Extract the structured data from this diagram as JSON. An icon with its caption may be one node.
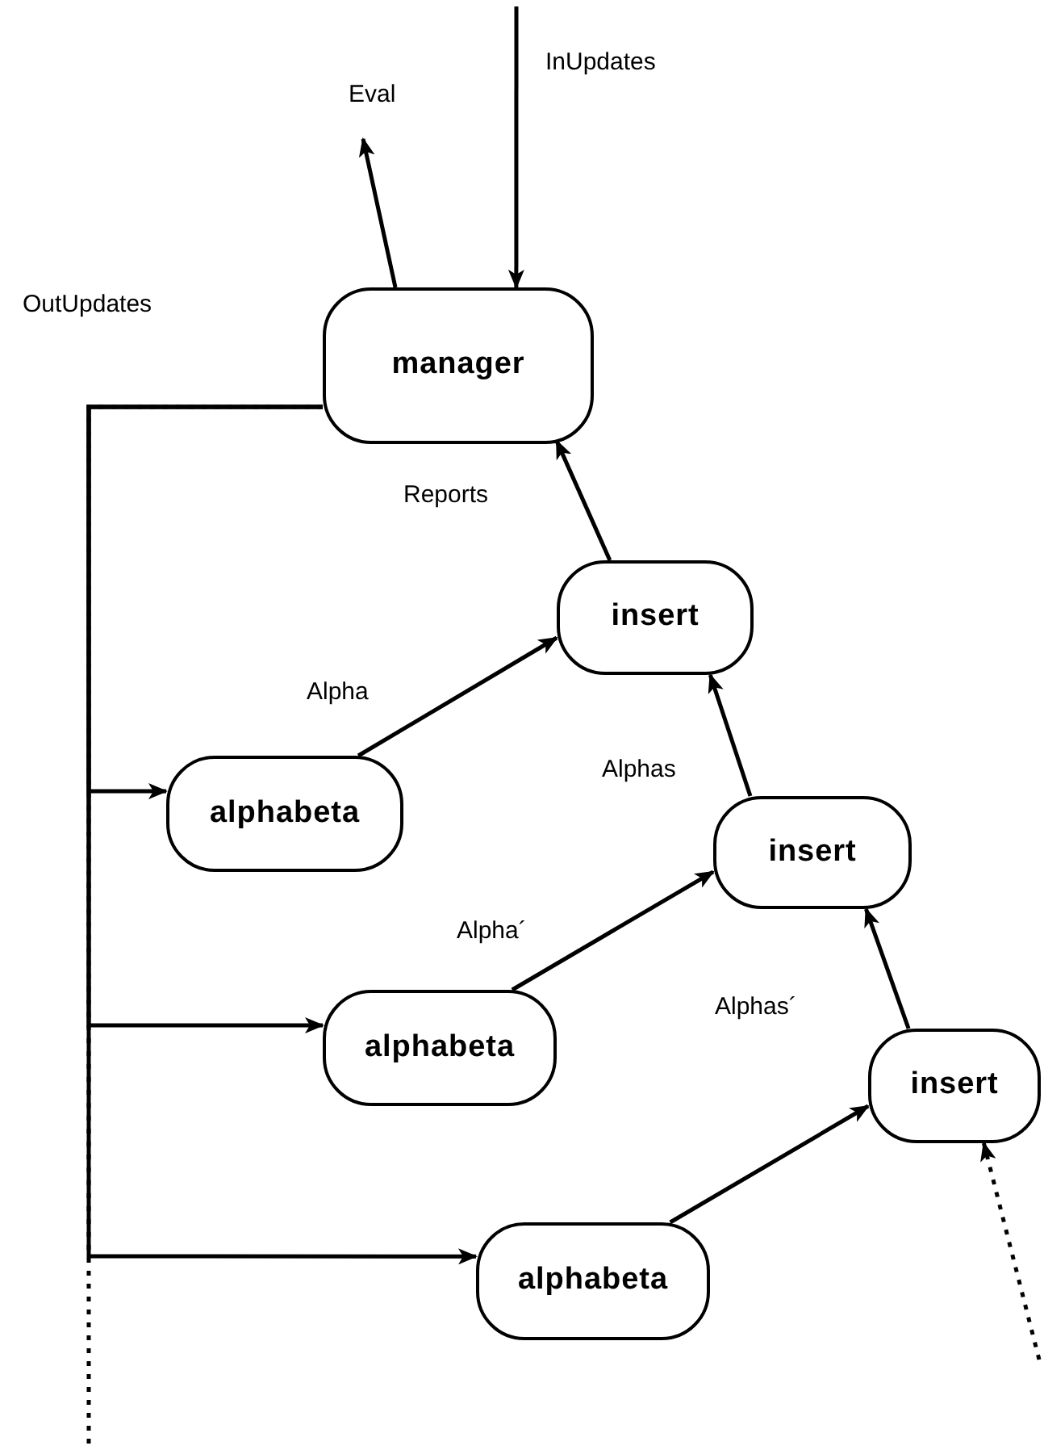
{
  "diagram": {
    "nodes": [
      {
        "text": [
          "manager"
        ]
      },
      {
        "text": [
          "insert"
        ]
      },
      {
        "text": [
          "alphabeta"
        ]
      },
      {
        "text": [
          "insert"
        ]
      },
      {
        "text": [
          "alphabeta"
        ]
      },
      {
        "text": [
          "insert"
        ]
      },
      {
        "text": [
          "alphabeta"
        ]
      }
    ],
    "edges": [
      {
        "from": 0,
        "to": null,
        "arrow": "to",
        "label": "Eval"
      },
      {
        "from": null,
        "to": 0,
        "arrow": "to",
        "label": "InUpdates"
      },
      {
        "from": 0,
        "to": 2,
        "arrow": "to",
        "label": "OutUpdates"
      },
      {
        "from": 0,
        "to": 4,
        "arrow": "to"
      },
      {
        "from": 0,
        "to": 6,
        "arrow": "to"
      },
      {
        "from": 0,
        "to": null,
        "arrow": "none",
        "style": "dashed"
      },
      {
        "from": 1,
        "to": 0,
        "arrow": "to",
        "label": "Reports"
      },
      {
        "from": 2,
        "to": 1,
        "arrow": "to",
        "label": "Alpha"
      },
      {
        "from": 3,
        "to": 1,
        "arrow": "to",
        "label": "Alphas"
      },
      {
        "from": 4,
        "to": 3,
        "arrow": "to",
        "label": "Alpha´"
      },
      {
        "from": 5,
        "to": 3,
        "arrow": "to",
        "label": "Alphas´"
      },
      {
        "from": 6,
        "to": 5,
        "arrow": "to"
      },
      {
        "from": null,
        "to": 5,
        "arrow": "to",
        "style": "dashed"
      }
    ]
  }
}
